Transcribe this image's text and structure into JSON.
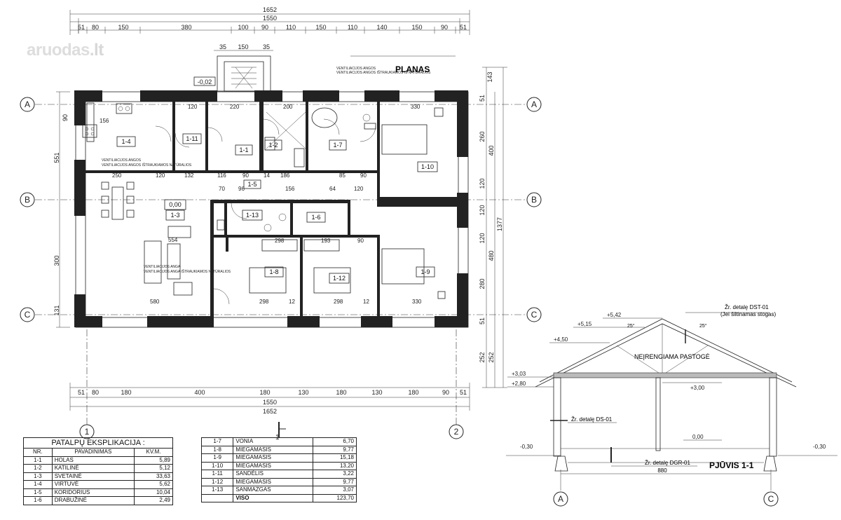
{
  "watermark": {
    "brand": "aruodas",
    "tld": ".lt"
  },
  "plan_title": "PLANAS",
  "section_title": "PJŪVIS 1-1",
  "attic_label": "NEĮRENGIAMA PASTOGĖ",
  "section_notes": {
    "dst": "Žr. detalę DST-01",
    "dst_sub": "(Jei šiltinamas stogas)",
    "ds": "Žr. detalę DS-01",
    "dgr": "Žr. detalę DGR-01"
  },
  "elevations": [
    "+5,42",
    "+5,15",
    "+4,50",
    "+3,03",
    "+2,80",
    "+3,00",
    "0,00",
    "-0,30",
    "-0,30"
  ],
  "section_span": "880",
  "section_axes": [
    "A",
    "C"
  ],
  "roof_angles": [
    "25°",
    "25°"
  ],
  "axes": {
    "rows": [
      "A",
      "B",
      "C"
    ],
    "cols": [
      "1",
      "2"
    ],
    "cut_mark": "1"
  },
  "levels_plan": {
    "entry": "-0,02",
    "main": "0,00"
  },
  "ventilation_note_top": "VENTILIACIJOS ANGOS IŠTRAUKIAMOS IŠ NATŪRALIOS",
  "ventilation_note_left": "VENTILIACIJOS ANGOS IŠTRAUKIAMOS NATŪRALIOS",
  "ventilation_note_mid": "VENTILIACIJOS ANGA IŠTRAUKIAMOS NATŪRALIOS",
  "dims_top_total": "1652",
  "dims_top_inner": "1550",
  "dims_top_row": [
    "51",
    "80",
    "150",
    "380",
    "100",
    "90",
    "110",
    "150",
    "110",
    "140",
    "150",
    "90",
    "51"
  ],
  "dims_porch": [
    "35",
    "150",
    "35"
  ],
  "dims_bottom_row": [
    "51",
    "80",
    "180",
    "400",
    "180",
    "130",
    "180",
    "130",
    "180",
    "90",
    "51"
  ],
  "dims_bottom_inner": "1550",
  "dims_bottom_total": "1652",
  "dims_left": [
    "90",
    "551",
    "300",
    "131"
  ],
  "dims_right_a": [
    "143",
    "51",
    "260",
    "120",
    "120",
    "120",
    "280",
    "51",
    "252"
  ],
  "dims_right_b": [
    "400",
    "480",
    "1377",
    "252"
  ],
  "rooms": [
    "1-4",
    "1-11",
    "1-1",
    "1-2",
    "1-7",
    "1-10",
    "1-3",
    "1-13",
    "1-6",
    "1-8",
    "1-12",
    "1-9",
    "1-5"
  ],
  "table_left": {
    "caption": "PATALPŲ EKSPLIKACIJA :",
    "headers": [
      "NR.",
      "PAVADINIMAS",
      "KV.M."
    ],
    "rows": [
      [
        "1-1",
        "HOLAS",
        "5,89"
      ],
      [
        "1-2",
        "KATILINĖ",
        "5,12"
      ],
      [
        "1-3",
        "SVETAINĖ",
        "33,63"
      ],
      [
        "1-4",
        "VIRTUVĖ",
        "5,62"
      ],
      [
        "1-5",
        "KORIDORIUS",
        "10,04"
      ],
      [
        "1-6",
        "DRABUŽINĖ",
        "2,49"
      ]
    ]
  },
  "table_right": {
    "rows": [
      [
        "1-7",
        "VONIA",
        "6,70"
      ],
      [
        "1-8",
        "MIEGAMASIS",
        "9,77"
      ],
      [
        "1-9",
        "MIEGAMASIS",
        "15,18"
      ],
      [
        "1-10",
        "MIEGAMASIS",
        "13,20"
      ],
      [
        "1-11",
        "SANDĖLIS",
        "3,22"
      ],
      [
        "1-12",
        "MIEGAMASIS",
        "9,77"
      ],
      [
        "1-13",
        "SANMAZGAS",
        "3,07"
      ]
    ],
    "total_label": "VISO",
    "total_value": "123,70"
  }
}
